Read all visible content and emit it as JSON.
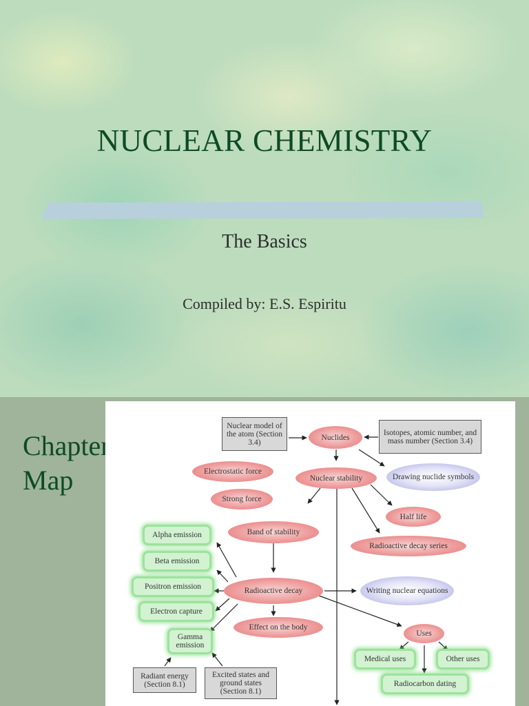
{
  "slide1": {
    "title": "NUCLEAR CHEMISTRY",
    "subtitle": "The Basics",
    "author": "Compiled by: E.S. Espiritu",
    "bar_color": "#b8d0dc"
  },
  "slide2": {
    "title_line1": "Chapter",
    "title_line2": "Map",
    "nodes": {
      "nuclear_model": "Nuclear model of the atom (Section 3.4)",
      "nuclides": "Nuclides",
      "isotopes": "Isotopes, atomic number, and mass number (Section 3.4)",
      "electrostatic_force": "Electrostatic force",
      "nuclear_stability": "Nuclear stability",
      "drawing_symbols": "Drawing nuclide symbols",
      "strong_force": "Strong force",
      "half_life": "Half life",
      "band_of_stability": "Band of stability",
      "decay_series": "Radioactive decay series",
      "alpha": "Alpha emission",
      "beta": "Beta emission",
      "positron": "Positron emission",
      "radioactive_decay": "Radioactive decay",
      "writing_equations": "Writing nuclear equations",
      "electron_capture": "Electron capture",
      "effect_body": "Effect on the body",
      "uses": "Uses",
      "gamma": "Gamma emission",
      "radiant_energy": "Radiant energy (Section 8.1)",
      "excited_states": "Excited states and ground states (Section 8.1)",
      "medical_uses": "Medical uses",
      "other_uses": "Other uses",
      "radiocarbon": "Radiocarbon dating"
    },
    "colors": {
      "title": "#0d4a25",
      "pink_node": "#ee9a9a",
      "purple_node": "#a7a7e2",
      "green_node": "#9be39b",
      "box_node": "#d8d8d8"
    }
  }
}
